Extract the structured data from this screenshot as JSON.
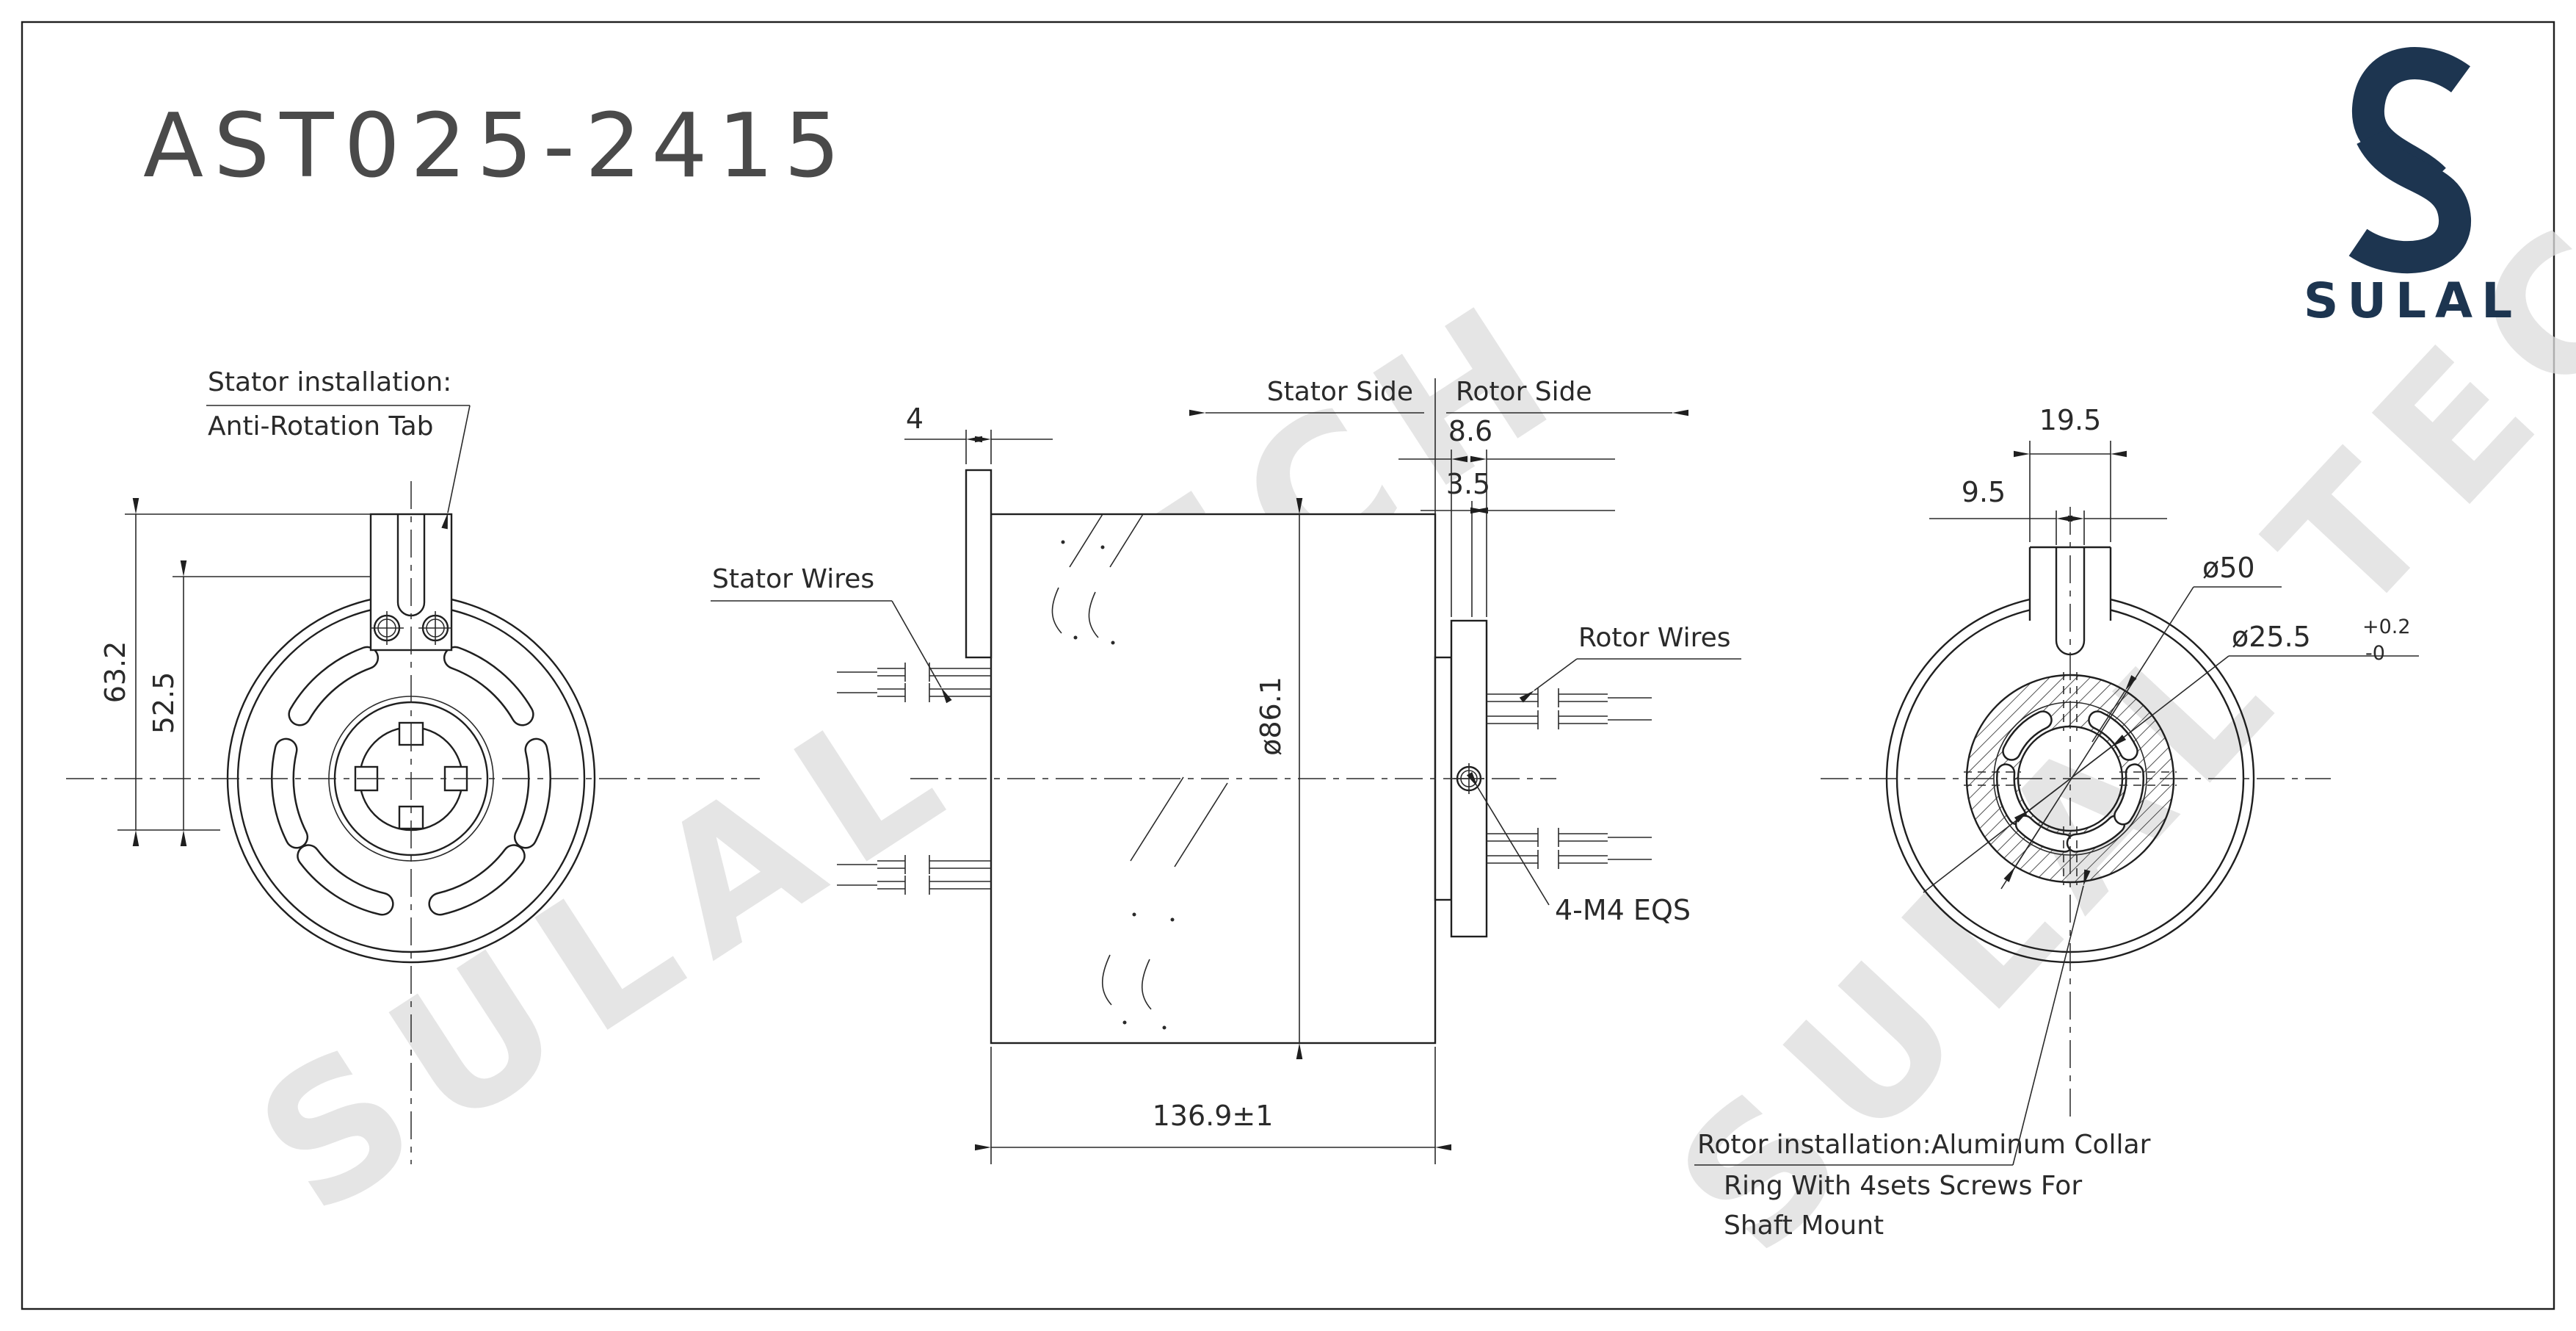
{
  "sheet": {
    "title": "AST025-2415"
  },
  "brand": {
    "name": "SULAL",
    "color": "#1d3550"
  },
  "watermark": {
    "text": "SULAL TECH",
    "color": "#dddddd"
  },
  "left_view": {
    "label_line1": "Stator installation:",
    "label_line2": "Anti-Rotation Tab",
    "dim_height_total": "63.2",
    "dim_height_inner": "52.5"
  },
  "middle_view": {
    "stator_side": "Stator Side",
    "rotor_side": "Rotor Side",
    "stator_wires": "Stator Wires",
    "rotor_wires": "Rotor Wires",
    "dim_flange": "4",
    "dim_collar": "8.6",
    "dim_step": "3.5",
    "dim_body_dia": "ø86.1",
    "dim_length": "136.9±1",
    "screw_note": "4-M4 EQS"
  },
  "right_view": {
    "dim_tab_width": "19.5",
    "dim_slot_width": "9.5",
    "dim_collar_dia": "ø50",
    "dim_bore_dia": "ø25.5",
    "tol_plus": "+0.2",
    "tol_minus": "-0",
    "note_line1": "Rotor installation:Aluminum Collar",
    "note_line2": "Ring With 4sets Screws For",
    "note_line3": "Shaft Mount"
  }
}
